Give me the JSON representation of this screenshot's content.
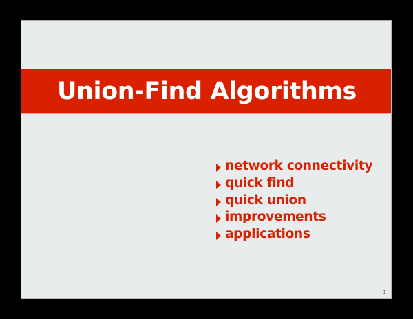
{
  "slide": {
    "title": "Union-Find Algorithms",
    "bullets": [
      {
        "label": "network connectivity",
        "icon": "triangle-right-bullet-icon"
      },
      {
        "label": "quick find",
        "icon": "triangle-right-bullet-icon"
      },
      {
        "label": "quick union",
        "icon": "triangle-right-bullet-icon"
      },
      {
        "label": "improvements",
        "icon": "triangle-right-bullet-icon"
      },
      {
        "label": "applications",
        "icon": "triangle-right-bullet-icon"
      }
    ],
    "page_number": "1"
  },
  "colors": {
    "frame": "#000000",
    "slide_background": "#e8ecec",
    "accent_red": "#d92000",
    "title_text": "#ffffff"
  }
}
